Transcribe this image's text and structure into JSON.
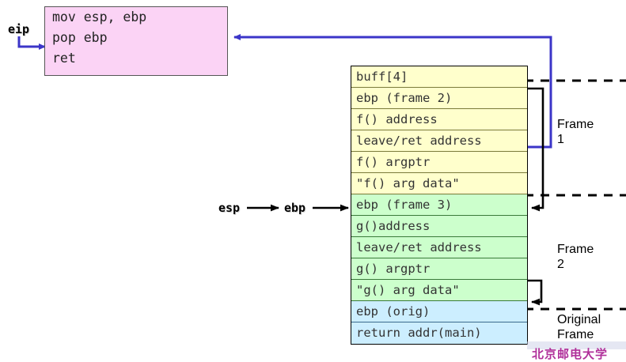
{
  "code_box": {
    "name": "epilogue-code",
    "lines": [
      "mov esp, ebp",
      "pop ebp",
      "ret"
    ],
    "fill": "#FBD3F5"
  },
  "registers": {
    "eip": "eip",
    "esp": "esp",
    "ebp": "ebp"
  },
  "stack": {
    "rows": [
      {
        "text": "buff[4]",
        "color": "yellow"
      },
      {
        "text": "ebp (frame 2)",
        "color": "yellow"
      },
      {
        "text": "f() address",
        "color": "yellow"
      },
      {
        "text": "leave/ret address",
        "color": "yellow"
      },
      {
        "text": "f() argptr",
        "color": "yellow"
      },
      {
        "text": "\"f() arg data\"",
        "color": "yellow"
      },
      {
        "text": "ebp (frame 3)",
        "color": "green"
      },
      {
        "text": "g()address",
        "color": "green"
      },
      {
        "text": "leave/ret address",
        "color": "green"
      },
      {
        "text": "g() argptr",
        "color": "green"
      },
      {
        "text": "\"g() arg data\"",
        "color": "green"
      },
      {
        "text": "ebp (orig)",
        "color": "blue"
      },
      {
        "text": "return addr(main)",
        "color": "blue"
      }
    ],
    "colors": {
      "yellow": "#FFFFCC",
      "green": "#CCFFCC",
      "blue": "#CCEEFF"
    }
  },
  "frame_labels": [
    {
      "line1": "Frame",
      "line2": "1"
    },
    {
      "line1": "Frame",
      "line2": "2"
    },
    {
      "line1": "Original",
      "line2": "Frame"
    }
  ],
  "watermark": {
    "text": "北京邮电大学"
  },
  "accent_colors": {
    "arrow_blue": "#3B35C8",
    "arrow_black": "#000000",
    "box_border": "#555555"
  }
}
